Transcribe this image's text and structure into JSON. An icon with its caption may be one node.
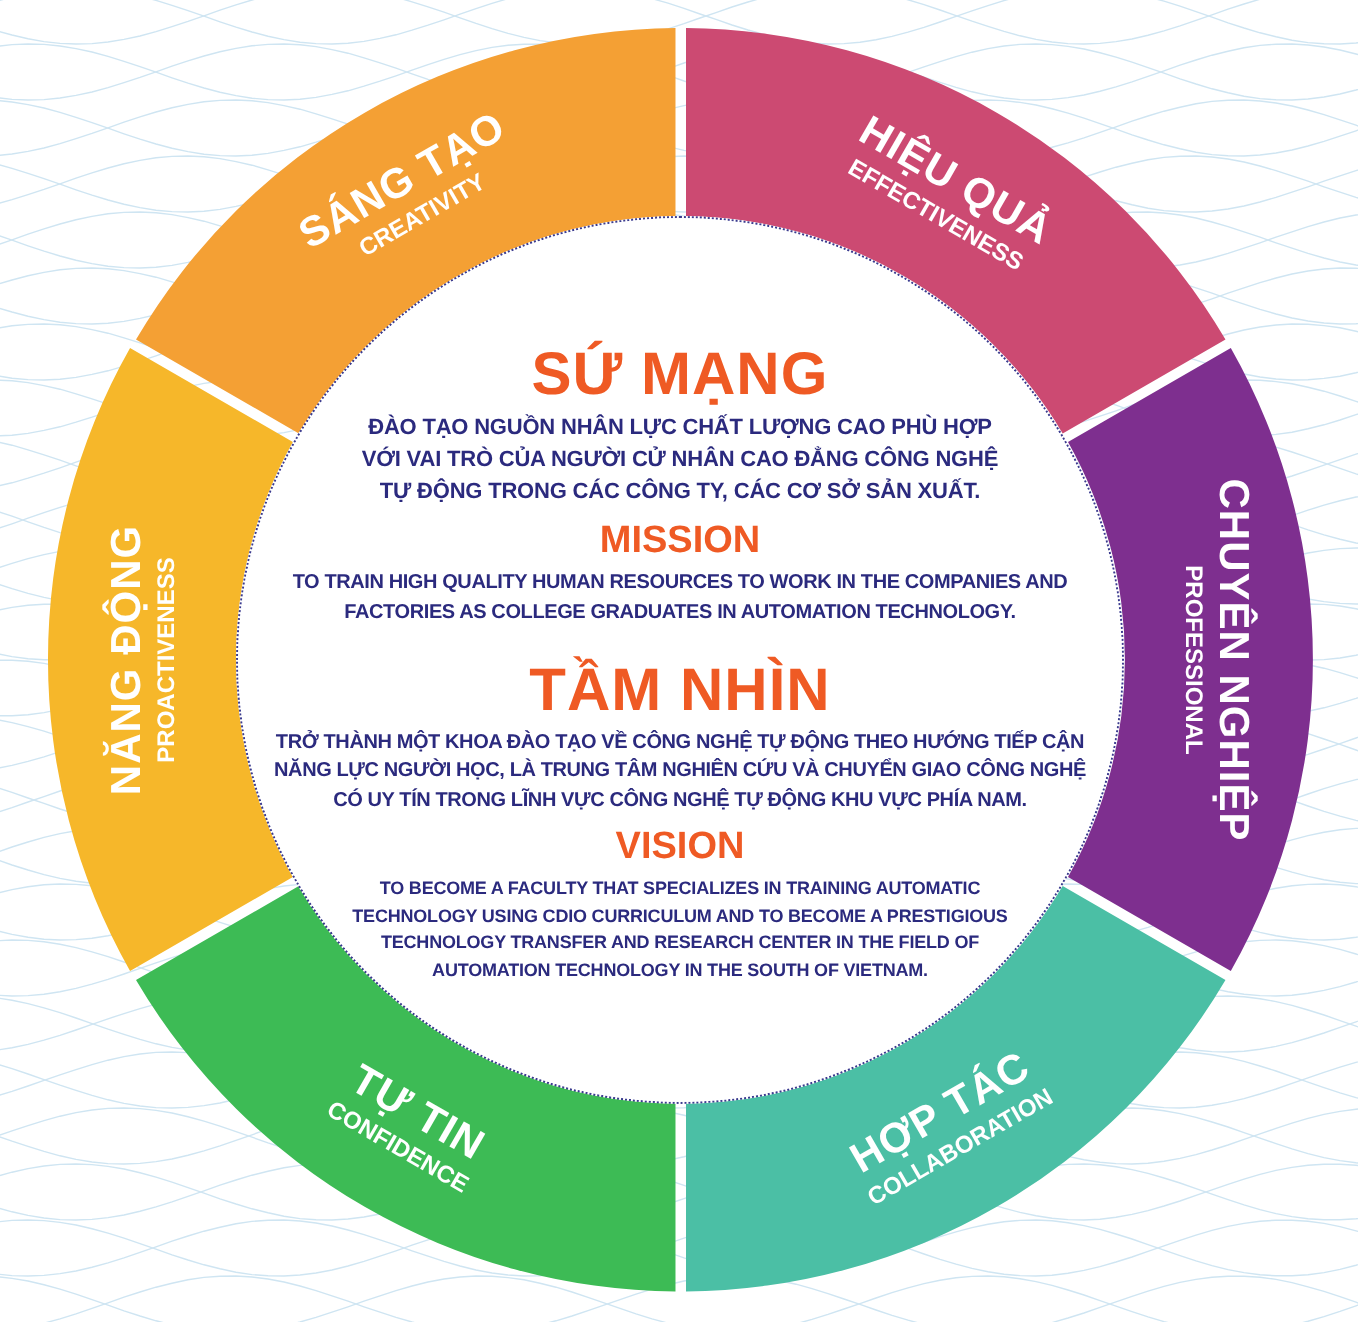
{
  "diagram": {
    "nodes": [
      {
        "text": [
          "SÁNG TẠO",
          "CREATIVITY"
        ]
      },
      {
        "text": [
          "HIỆU QUẢ",
          "EFFECTIVENESS"
        ]
      },
      {
        "text": [
          "SỨ MẠNG",
          "ĐÀO TẠO NGUỒN NHÂN LỰC CHẤT LƯỢNG CAO PHÙ HỢP VỚI VAI TRÒ CỦA NGƯỜI CỬ NHÂN CAO ĐẲNG CÔNG NGHỆ TỰ ĐỘNG TRONG CÁC CÔNG TY, CÁC CƠ SỞ SẢN XUẤT.",
          "MISSION",
          "TO TRAIN HIGH QUALITY HUMAN RESOURCES TO WORK IN THE COMPANIES AND FACTORIES AS COLLEGE GRADUATES IN AUTOMATION TECHNOLOGY.",
          "TẦM NHÌN",
          "TRỞ THÀNH MỘT KHOA ĐÀO TẠO VỀ CÔNG NGHỆ TỰ ĐỘNG THEO HƯỚNG TIẾP CẬN NĂNG LỰC NGƯỜI HỌC, LÀ TRUNG TÂM NGHIÊN CỨU VÀ CHUYỂN GIAO CÔNG NGHỆ CÓ UY TÍN TRONG LĨNH VỰC CÔNG NGHỆ TỰ ĐỘNG KHU VỰC PHÍA NAM.",
          "VISION",
          "TO BECOME A FACULTY THAT SPECIALIZES IN TRAINING AUTOMATIC TECHNOLOGY USING CDIO CURRICULUM AND TO BECOME A PRESTIGIOUS TECHNOLOGY TRANSFER AND RESEARCH CENTER IN THE FIELD OF AUTOMATION TECHNOLOGY IN THE SOUTH OF VIETNAM."
        ]
      },
      {
        "text": [
          "NĂNG ĐỘNG",
          "PROACTIVENESS"
        ]
      },
      {
        "text": [
          "CHUYÊN NGHIỆP",
          "PROFESSIONAL"
        ]
      },
      {
        "text": [
          "TỰ TIN",
          "CONFIDENCE"
        ]
      },
      {
        "text": [
          "HỢP TÁC",
          "COLLABORATION"
        ]
      }
    ]
  }
}
